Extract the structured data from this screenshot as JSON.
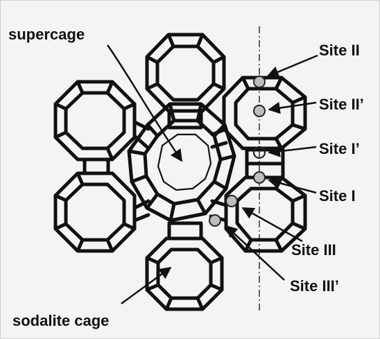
{
  "labels": {
    "supercage": "supercage",
    "sodalite_cage": "sodalite cage",
    "site_II": "Site II",
    "site_II_prime": "Site II’",
    "site_I_prime": "Site I’",
    "site_I": "Site I",
    "site_III": "Site III",
    "site_III_prime": "Site III’"
  },
  "colors": {
    "framework": "#111111",
    "cation_fill": "#bdbdbd",
    "background": "#f4f4f4"
  }
}
